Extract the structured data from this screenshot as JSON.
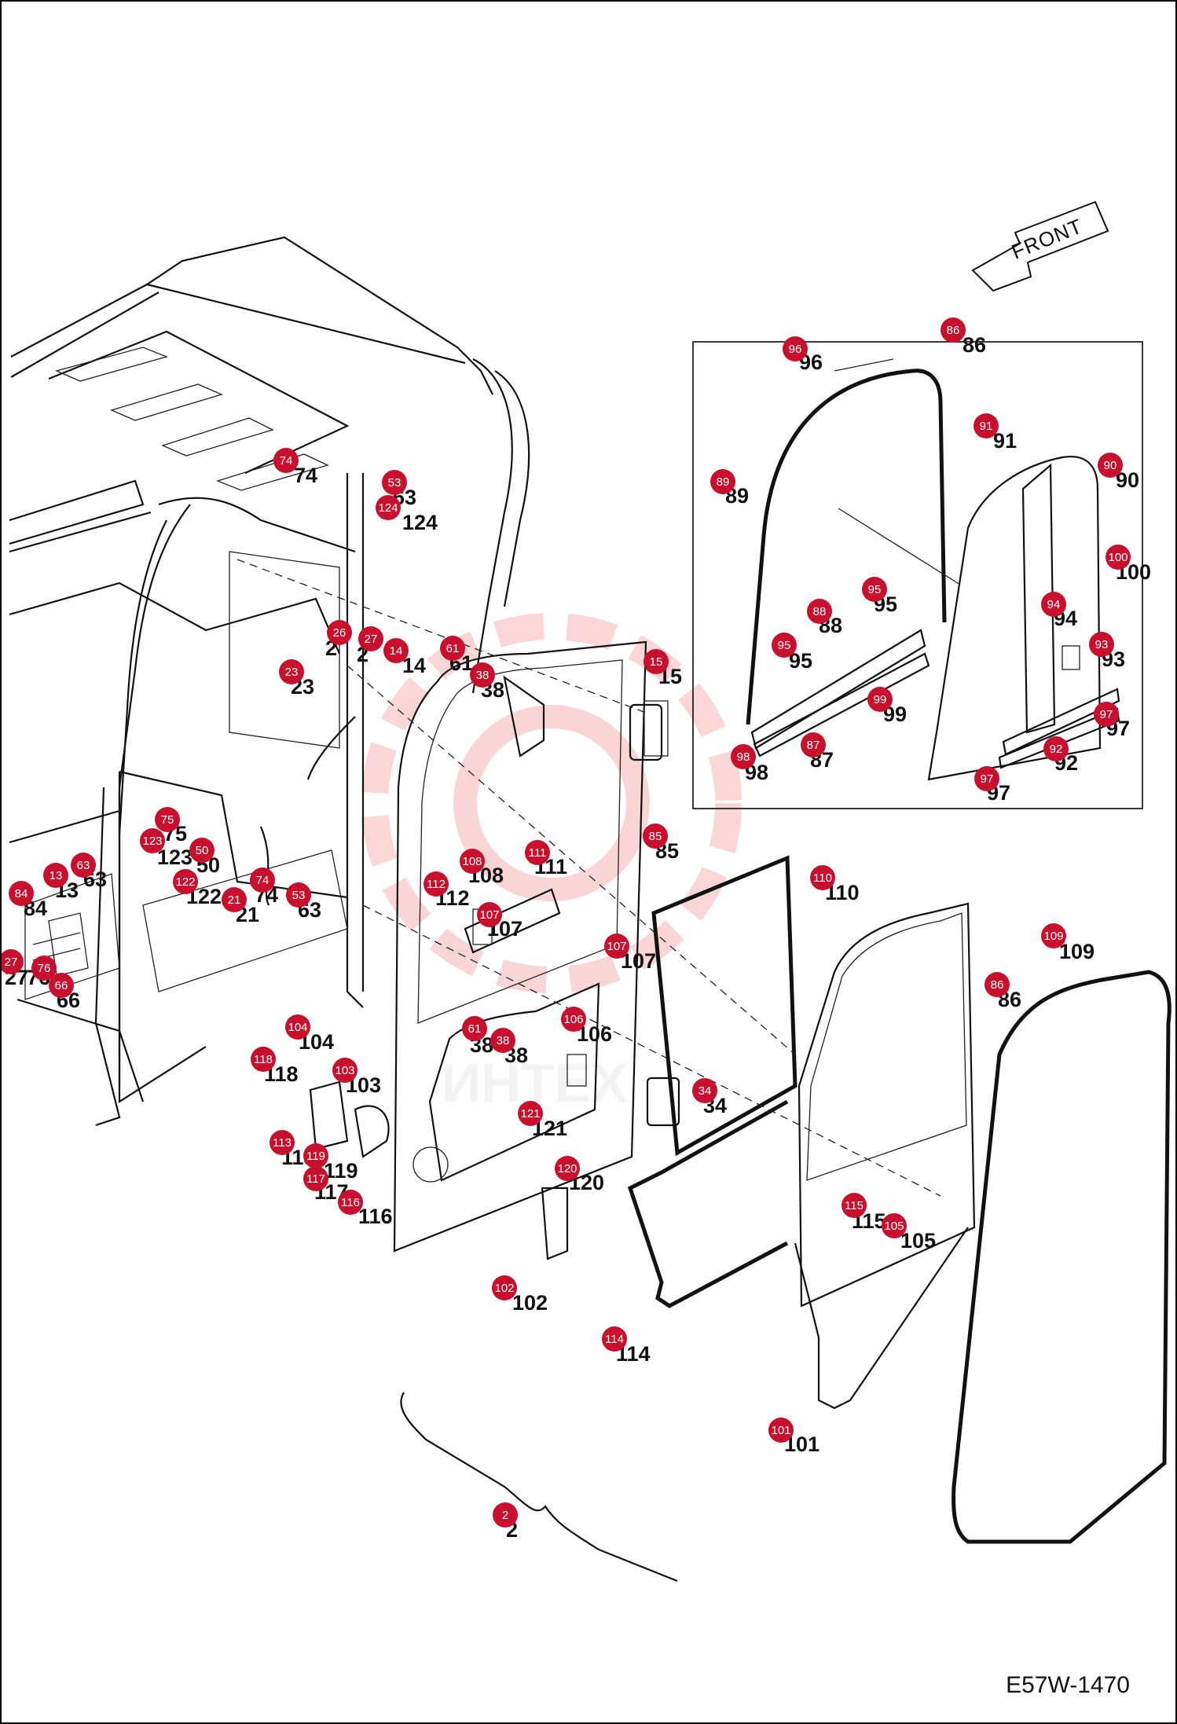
{
  "diagram": {
    "reference_code": "E57W-1470",
    "front_label": "FRONT",
    "badge_color": "#c8102e",
    "watermark_color": "#f5b5b5",
    "callouts": [
      {
        "label": "74",
        "badge": "74"
      },
      {
        "label": "63",
        "badge": "53"
      },
      {
        "label": "124",
        "badge": "124"
      },
      {
        "label": "2",
        "badge": "26"
      },
      {
        "label": "2",
        "badge": "27"
      },
      {
        "label": "14",
        "badge": "14"
      },
      {
        "label": "61",
        "badge": "61"
      },
      {
        "label": "38",
        "badge": "38"
      },
      {
        "label": "23",
        "badge": "23"
      },
      {
        "label": "15",
        "badge": "15"
      },
      {
        "label": "75",
        "badge": "75"
      },
      {
        "label": "123",
        "badge": "123"
      },
      {
        "label": "50",
        "badge": "50"
      },
      {
        "label": "122",
        "badge": "122"
      },
      {
        "label": "21",
        "badge": "21"
      },
      {
        "label": "74",
        "badge": "74"
      },
      {
        "label": "63",
        "badge": "53"
      },
      {
        "label": "13",
        "badge": "13"
      },
      {
        "label": "63",
        "badge": "63"
      },
      {
        "label": "84",
        "badge": "84"
      },
      {
        "label": "27",
        "badge": "27"
      },
      {
        "label": "76",
        "badge": "76"
      },
      {
        "label": "66",
        "badge": "66"
      },
      {
        "label": "96",
        "badge": "96"
      },
      {
        "label": "86",
        "badge": "86"
      },
      {
        "label": "91",
        "badge": "91"
      },
      {
        "label": "90",
        "badge": "90"
      },
      {
        "label": "89",
        "badge": "89"
      },
      {
        "label": "100",
        "badge": "100"
      },
      {
        "label": "95",
        "badge": "95"
      },
      {
        "label": "88",
        "badge": "88"
      },
      {
        "label": "95",
        "badge": "95"
      },
      {
        "label": "94",
        "badge": "94"
      },
      {
        "label": "93",
        "badge": "93"
      },
      {
        "label": "99",
        "badge": "99"
      },
      {
        "label": "97",
        "badge": "97"
      },
      {
        "label": "98",
        "badge": "98"
      },
      {
        "label": "87",
        "badge": "87"
      },
      {
        "label": "92",
        "badge": "92"
      },
      {
        "label": "97",
        "badge": "97"
      },
      {
        "label": "85",
        "badge": "85"
      },
      {
        "label": "108",
        "badge": "108"
      },
      {
        "label": "111",
        "badge": "111"
      },
      {
        "label": "112",
        "badge": "112"
      },
      {
        "label": "107",
        "badge": "107"
      },
      {
        "label": "110",
        "badge": "110"
      },
      {
        "label": "107",
        "badge": "107"
      },
      {
        "label": "109",
        "badge": "109"
      },
      {
        "label": "86",
        "badge": "86"
      },
      {
        "label": "106",
        "badge": "106"
      },
      {
        "label": "38",
        "badge": "61"
      },
      {
        "label": "38",
        "badge": "38"
      },
      {
        "label": "104",
        "badge": "104"
      },
      {
        "label": "118",
        "badge": "118"
      },
      {
        "label": "103",
        "badge": "103"
      },
      {
        "label": "34",
        "badge": "34"
      },
      {
        "label": "121",
        "badge": "121"
      },
      {
        "label": "113",
        "badge": "113"
      },
      {
        "label": "119",
        "badge": "119"
      },
      {
        "label": "117",
        "badge": "117"
      },
      {
        "label": "116",
        "badge": "116"
      },
      {
        "label": "120",
        "badge": "120"
      },
      {
        "label": "115",
        "badge": "115"
      },
      {
        "label": "105",
        "badge": "105"
      },
      {
        "label": "102",
        "badge": "102"
      },
      {
        "label": "114",
        "badge": "114"
      },
      {
        "label": "101",
        "badge": "101"
      },
      {
        "label": "2",
        "badge": "2"
      }
    ]
  }
}
